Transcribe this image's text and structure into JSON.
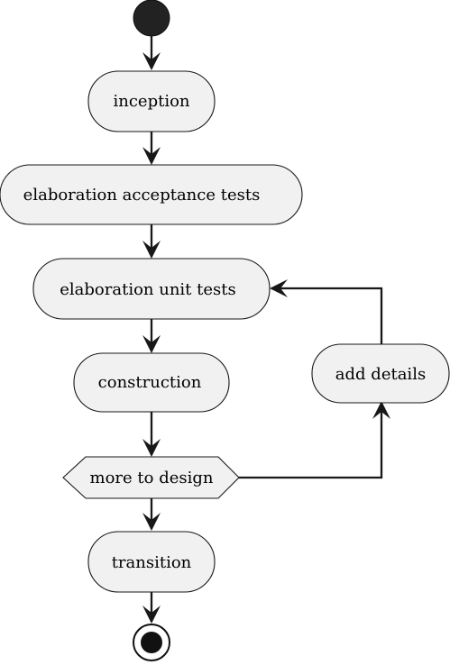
{
  "diagram": {
    "type": "activity",
    "nodes": {
      "start": "start",
      "inception": "inception",
      "elaboration_acceptance_tests": "elaboration acceptance tests",
      "elaboration_unit_tests": "elaboration unit tests",
      "construction": "construction",
      "more_to_design": "more to design",
      "add_details": "add details",
      "transition": "transition",
      "end": "end"
    },
    "edges": [
      {
        "from": "start",
        "to": "inception"
      },
      {
        "from": "inception",
        "to": "elaboration_acceptance_tests"
      },
      {
        "from": "elaboration_acceptance_tests",
        "to": "elaboration_unit_tests"
      },
      {
        "from": "elaboration_unit_tests",
        "to": "construction"
      },
      {
        "from": "construction",
        "to": "more_to_design"
      },
      {
        "from": "more_to_design",
        "to": "add_details"
      },
      {
        "from": "add_details",
        "to": "elaboration_unit_tests"
      },
      {
        "from": "more_to_design",
        "to": "transition"
      },
      {
        "from": "transition",
        "to": "end"
      }
    ],
    "colors": {
      "node_fill": "#f1f1f1",
      "stroke": "#181818",
      "start_fill": "#222222"
    }
  }
}
